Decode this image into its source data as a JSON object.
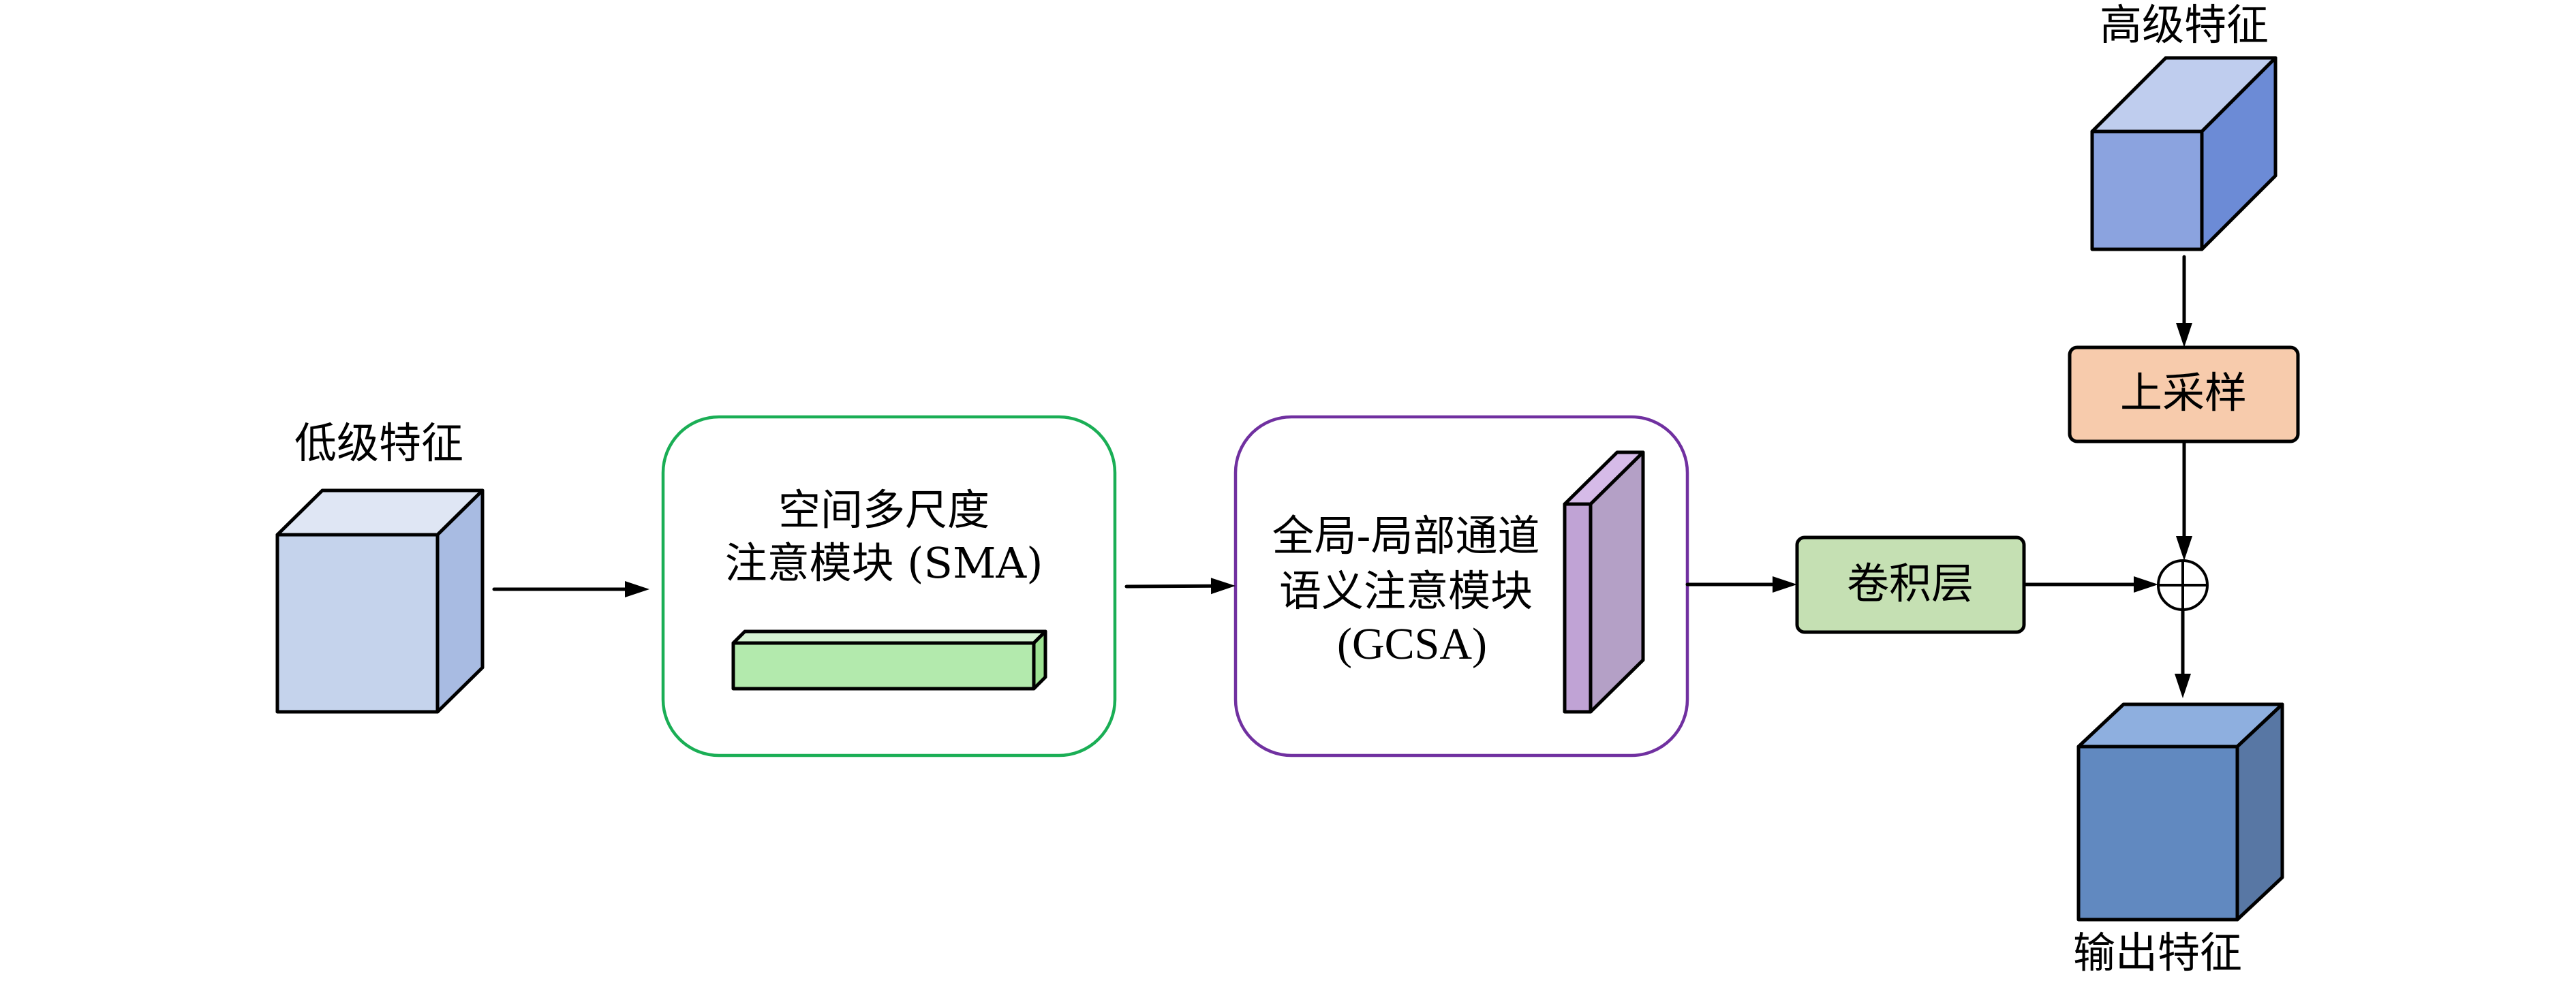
{
  "figure": {
    "nodes": {
      "low_feature": {
        "label": "低级特征",
        "colors": {
          "front": "#c5d3ec",
          "top": "#dfe6f4",
          "side": "#a8bbe2"
        }
      },
      "sma_module": {
        "label_lines": [
          "空间多尺度",
          "注意模块 (SMA)"
        ],
        "border_color": "#1aae55",
        "bar_colors": {
          "front": "#b3eaad",
          "top": "#d5f3d2",
          "side": "#9ee393"
        }
      },
      "gcsa_module": {
        "label_lines": [
          "全局-局部通道",
          "语义注意模块",
          "(GCSA)"
        ],
        "border_color": "#7030a0",
        "slab_colors": {
          "front": "#c0a3d5",
          "top": "#d6bbe8",
          "side": "#b4a0c6"
        }
      },
      "conv_layer": {
        "label": "卷积层",
        "fill": "#c5e0b3"
      },
      "high_feature": {
        "label": "高级特征",
        "colors": {
          "front": "#8ba3df",
          "top": "#bfcdee",
          "side": "#6c8bd6"
        }
      },
      "upsample": {
        "label": "上采样",
        "fill": "#f7cbac"
      },
      "add_op": {
        "symbol": "⊕",
        "meaning": "element-wise addition"
      },
      "output_feature": {
        "label": "输出特征",
        "colors": {
          "front": "#6189c0",
          "top": "#8eafdf",
          "side": "#5877a4"
        }
      }
    },
    "edges": [
      {
        "from": "low_feature",
        "to": "sma_module"
      },
      {
        "from": "sma_module",
        "to": "gcsa_module"
      },
      {
        "from": "gcsa_module",
        "to": "conv_layer"
      },
      {
        "from": "conv_layer",
        "to": "add_op"
      },
      {
        "from": "high_feature",
        "to": "upsample"
      },
      {
        "from": "upsample",
        "to": "add_op"
      },
      {
        "from": "add_op",
        "to": "output_feature"
      }
    ]
  }
}
